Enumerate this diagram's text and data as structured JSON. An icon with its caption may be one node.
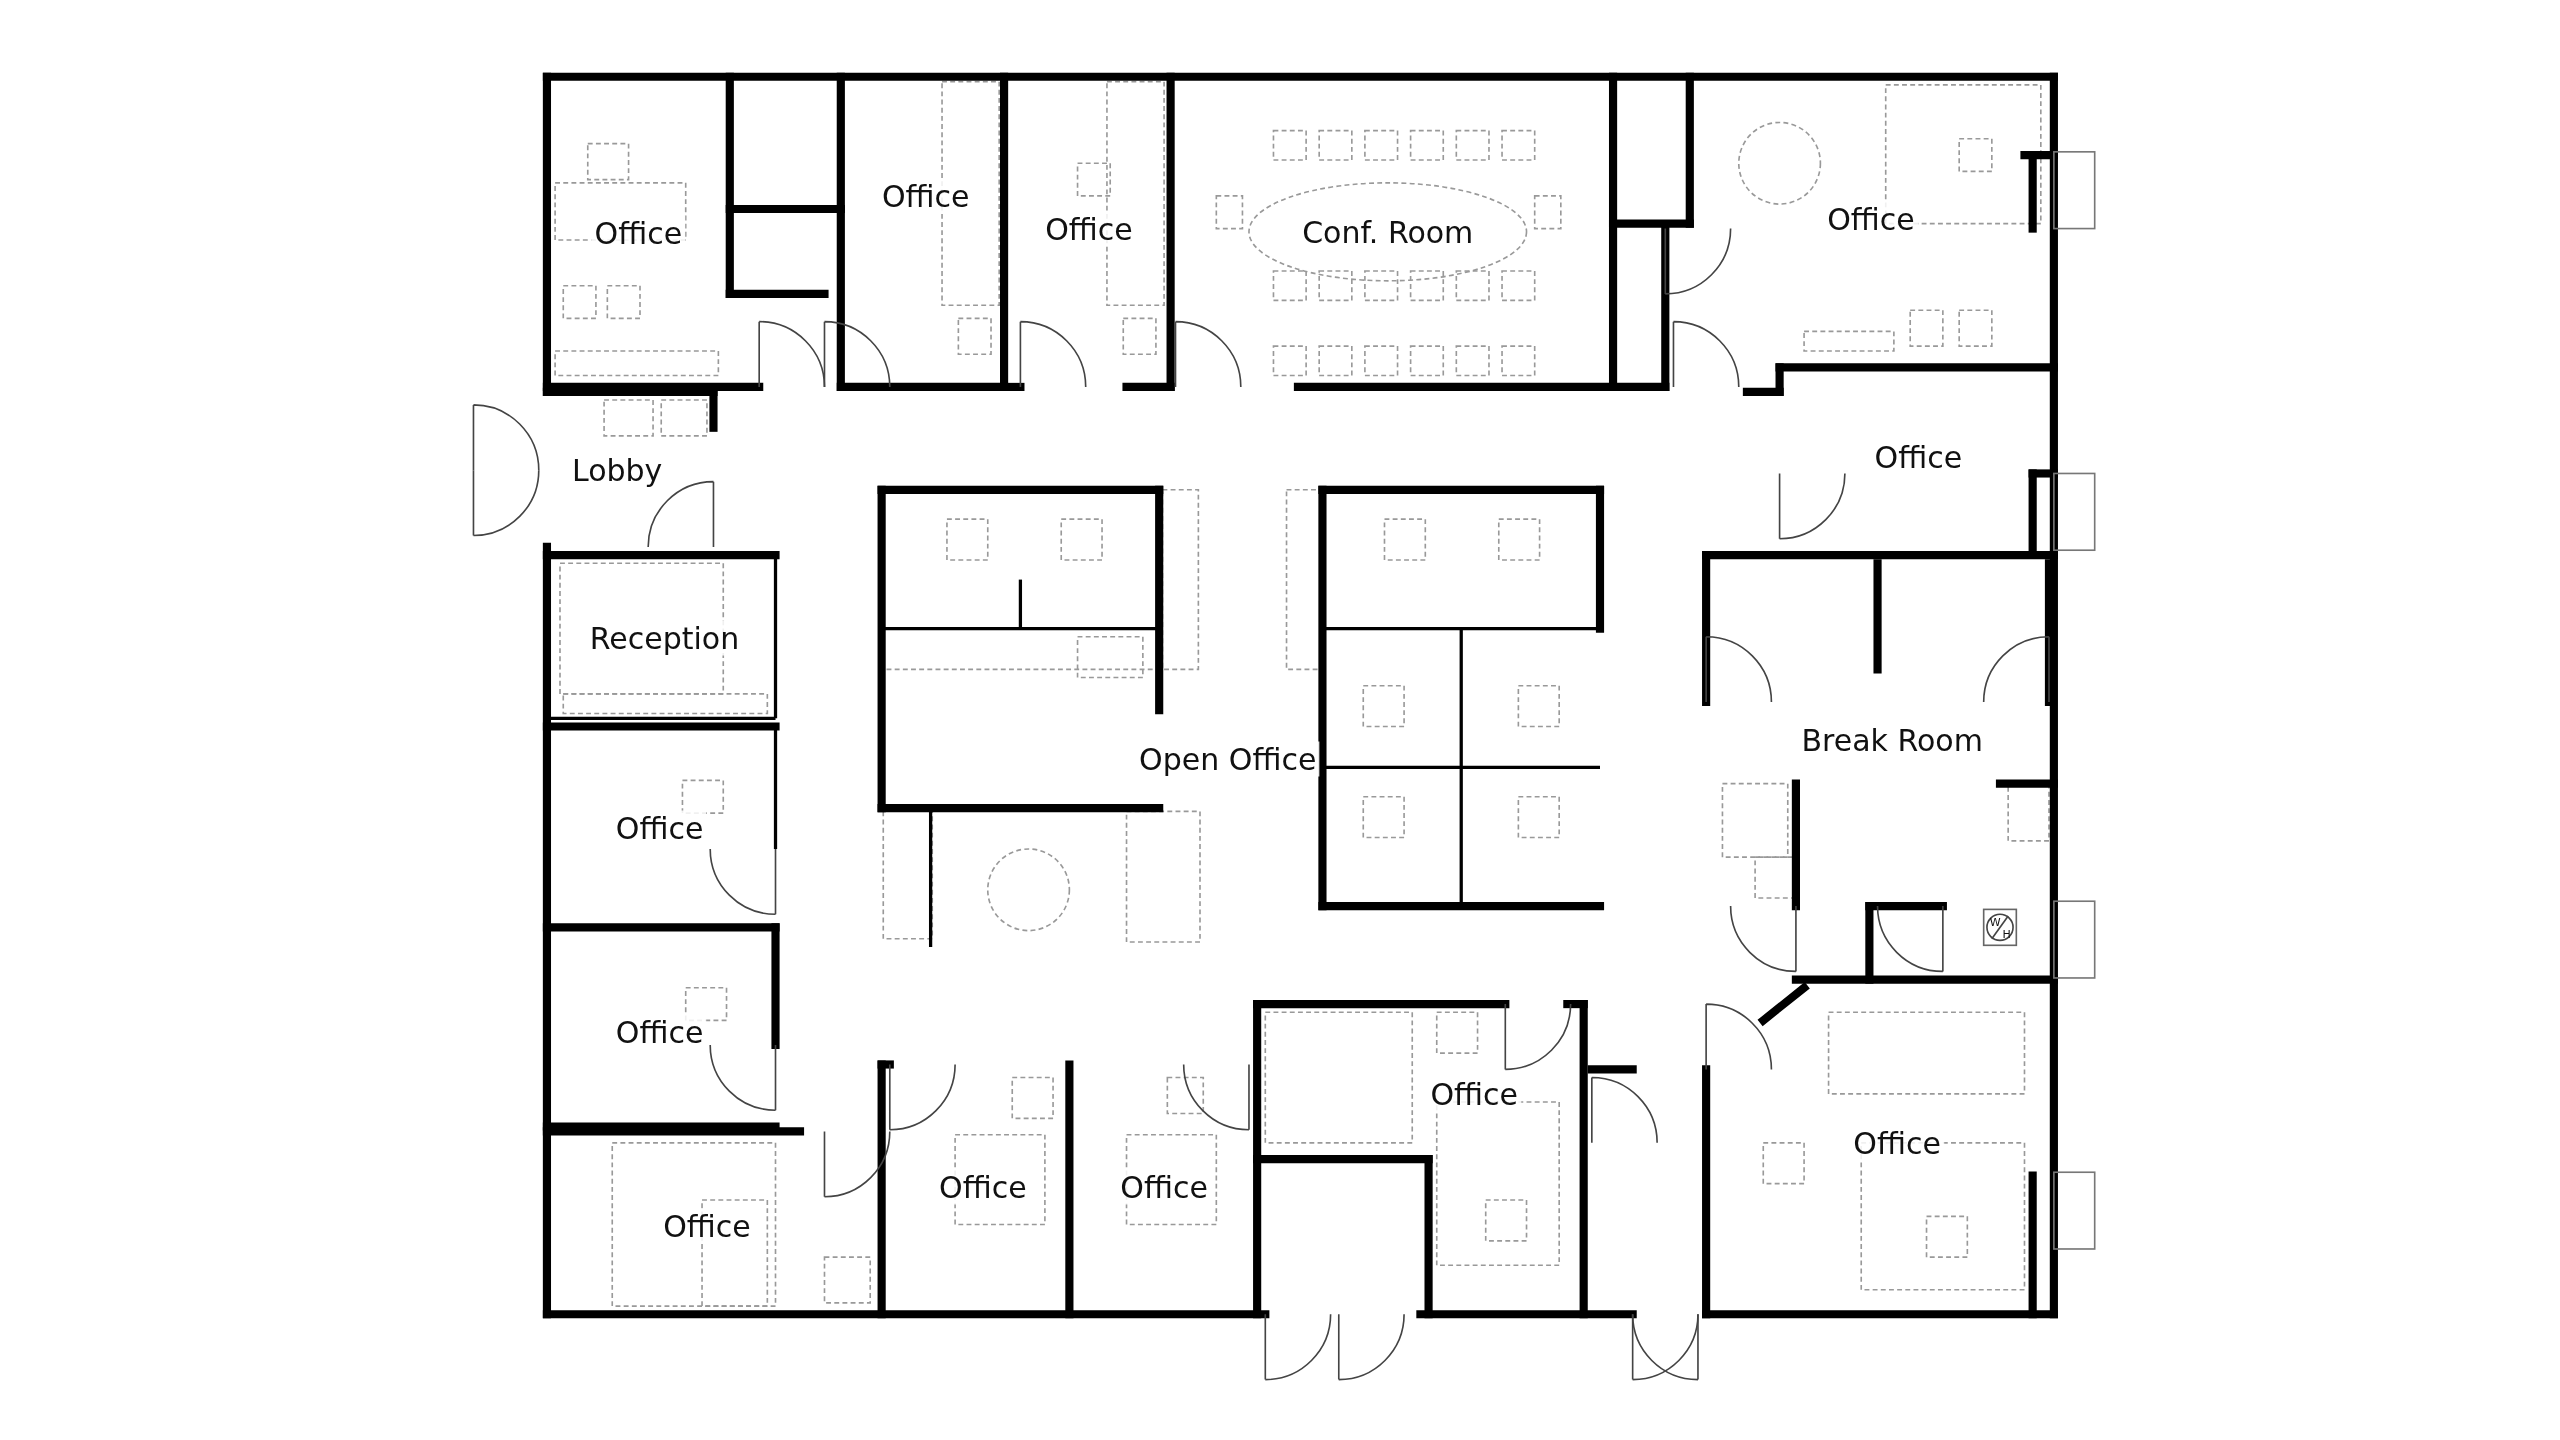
{
  "diagram": {
    "nodes": [
      {
        "text": [
          "Office"
        ]
      },
      {
        "text": [
          "Office"
        ]
      },
      {
        "text": [
          "Office"
        ]
      },
      {
        "text": [
          "Conf. Room"
        ]
      },
      {
        "text": [
          "Office"
        ]
      },
      {
        "text": [
          "Office"
        ]
      },
      {
        "text": [
          "Lobby"
        ]
      },
      {
        "text": [
          "Reception"
        ]
      },
      {
        "text": [
          "Break Room"
        ]
      },
      {
        "text": [
          "Open Office"
        ]
      },
      {
        "text": [
          "Office"
        ]
      },
      {
        "text": [
          "Office"
        ]
      },
      {
        "text": [
          "Office"
        ]
      },
      {
        "text": [
          "Office"
        ]
      },
      {
        "text": [
          "Office"
        ]
      },
      {
        "text": [
          "Office"
        ]
      },
      {
        "text": [
          "Office"
        ]
      }
    ],
    "labels": [
      "W",
      "H"
    ]
  }
}
